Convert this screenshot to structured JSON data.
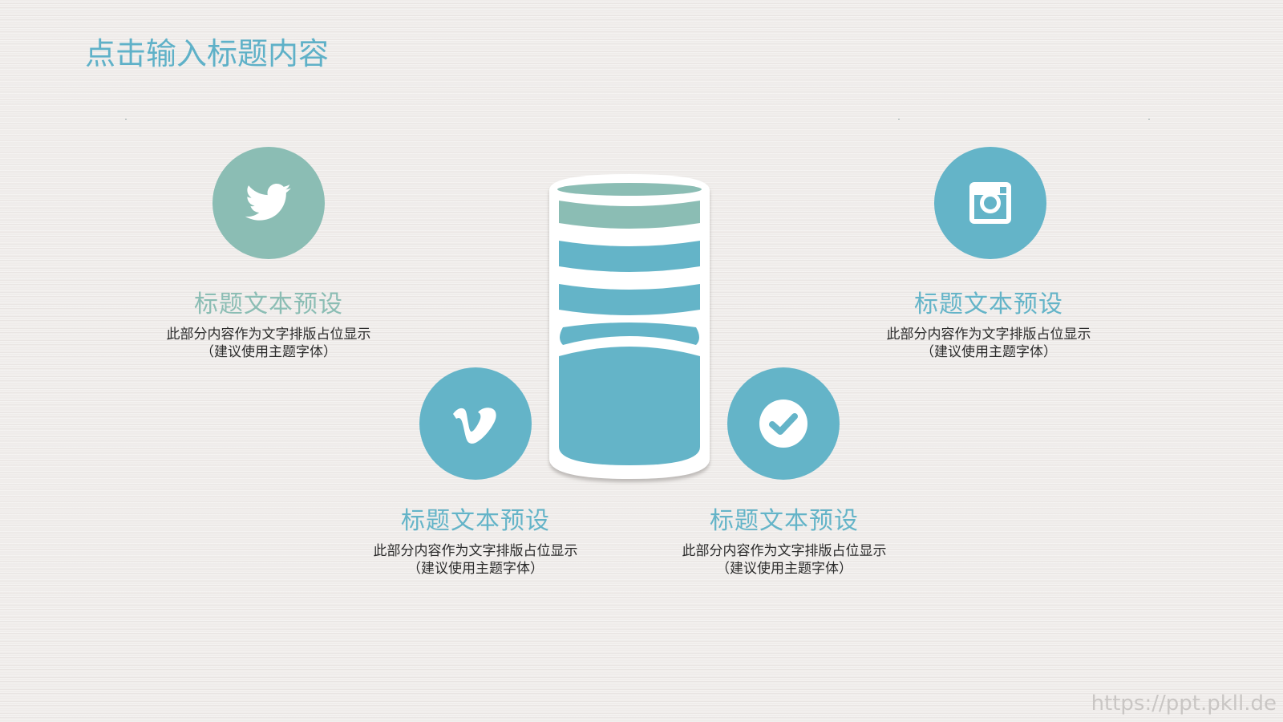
{
  "slide": {
    "title": "点击输入标题内容",
    "title_color": "#5fb1c8"
  },
  "colors": {
    "green": "#8bbdb4",
    "blue": "#64b4c8",
    "body_text": "#2b2b2b",
    "background": "#efecea"
  },
  "center_graphic": {
    "icon": "database-cylinder-icon",
    "segments": [
      "top-green",
      "blue",
      "blue",
      "blue-base"
    ]
  },
  "items": [
    {
      "icon": "twitter-bird-icon",
      "circle_color": "#8bbdb4",
      "heading": "标题文本预设",
      "heading_color": "#8bbdb4",
      "body_line1": "此部分内容作为文字排版占位显示",
      "body_line2": "（建议使用主题字体）"
    },
    {
      "icon": "instagram-camera-icon",
      "circle_color": "#64b4c8",
      "heading": "标题文本预设",
      "heading_color": "#64b4c8",
      "body_line1": "此部分内容作为文字排版占位显示",
      "body_line2": "（建议使用主题字体）"
    },
    {
      "icon": "vimeo-v-icon",
      "circle_color": "#64b4c8",
      "heading": "标题文本预设",
      "heading_color": "#64b4c8",
      "body_line1": "此部分内容作为文字排版占位显示",
      "body_line2": "（建议使用主题字体）"
    },
    {
      "icon": "checkmark-circle-icon",
      "circle_color": "#64b4c8",
      "heading": "标题文本预设",
      "heading_color": "#64b4c8",
      "body_line1": "此部分内容作为文字排版占位显示",
      "body_line2": "（建议使用主题字体）"
    }
  ],
  "watermark": "https://ppt.pkll.de"
}
